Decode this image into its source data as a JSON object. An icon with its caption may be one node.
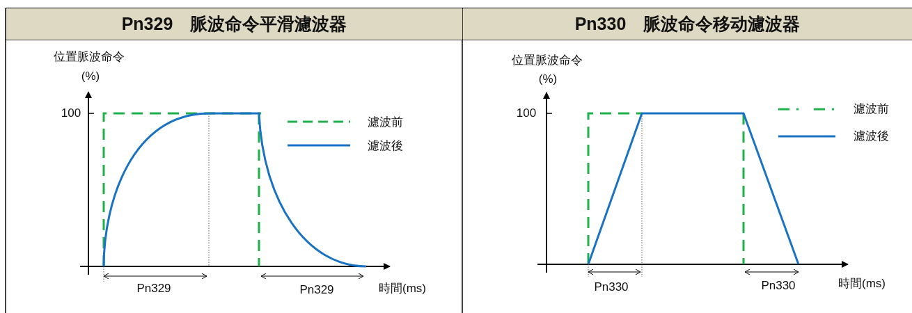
{
  "diagram": {
    "nodes": [
      {
        "text": [
          "**Pn329**　脈波命令平滑濾波器"
        ]
      },
      {
        "text": [
          "**Pn330**　脈波命令移动濾波器"
        ]
      }
    ],
    "labels": [
      "位置脈波命令",
      "(%)",
      "100",
      "Pn329",
      "Pn329",
      "時間(ms)",
      "位置脈波命令",
      "(%)",
      "100",
      "Pn330",
      "Pn330",
      "時間(ms)"
    ],
    "legend": [
      {
        "text": "濾波前"
      },
      {
        "text": "濾波後"
      },
      {
        "text": "濾波前"
      },
      {
        "text": "濾波後"
      }
    ]
  }
}
